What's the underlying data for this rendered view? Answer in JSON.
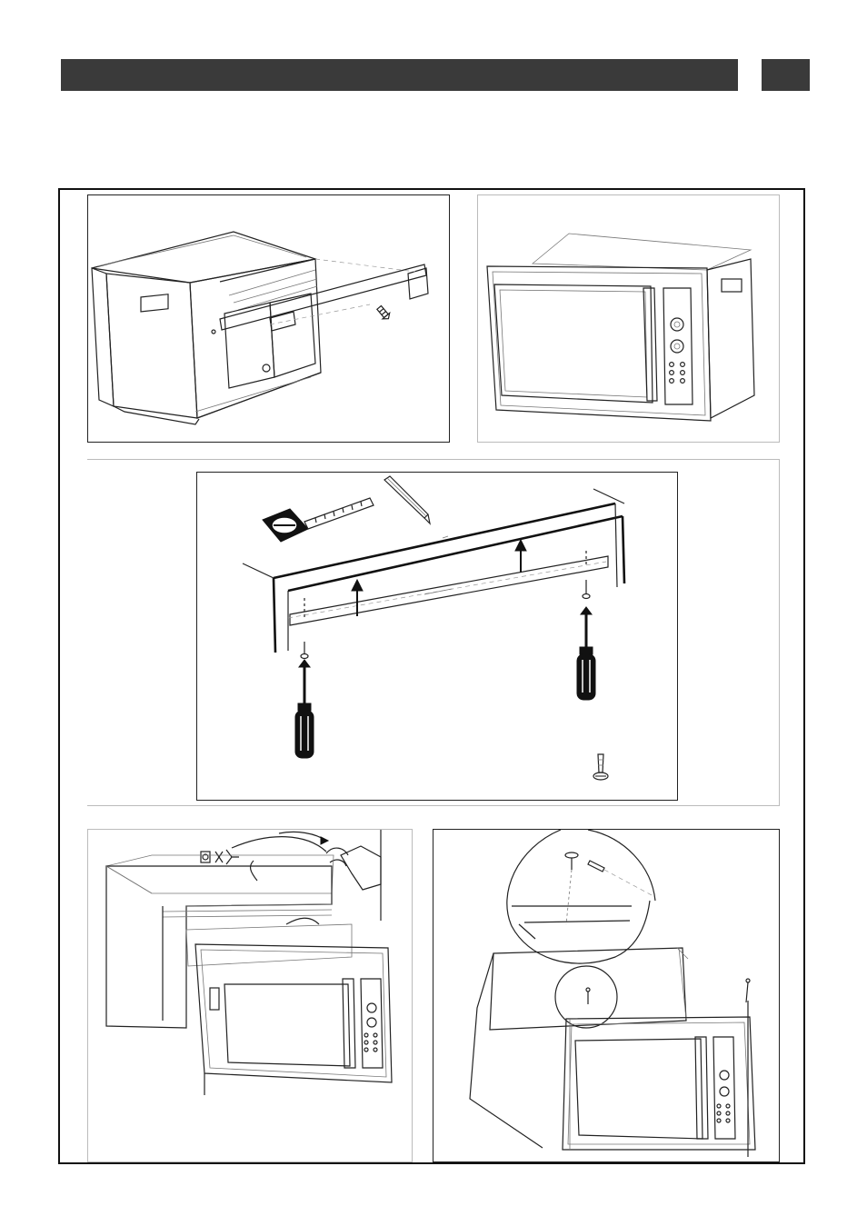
{
  "header": {
    "title": "",
    "page_tab": ""
  },
  "panels": [
    {
      "id": "step-1",
      "caption": ""
    },
    {
      "id": "step-2",
      "caption": ""
    },
    {
      "id": "step-3",
      "caption": ""
    },
    {
      "id": "step-4",
      "caption": ""
    },
    {
      "id": "step-5",
      "caption": ""
    }
  ],
  "icons": [
    "screwdriver-icon",
    "pencil-icon",
    "tape-measure-icon",
    "screw-icon",
    "power-plug-icon",
    "hand-icon",
    "arrow-icon"
  ],
  "colors": {
    "header_bar": "#3a3a3a",
    "line_art": "#222222",
    "background": "#ffffff"
  }
}
